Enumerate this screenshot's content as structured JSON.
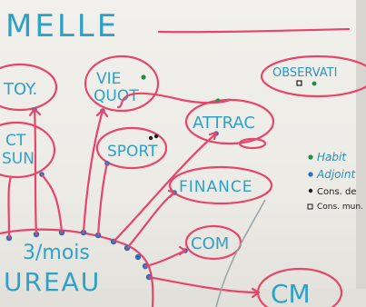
{
  "board": {
    "title": "MELLE",
    "center": {
      "line1": "3/mois",
      "line2": "UREAU"
    },
    "nodes": {
      "toy": "TOY.",
      "vie_line1": "VIE",
      "vie_line2": "QUOT",
      "ct_line1": "CT",
      "ct_line2": "SUN",
      "sport": "SPORT",
      "attrac": "ATTRAC",
      "finance": "FINANCE",
      "com": "COM",
      "cm": "CM",
      "observ": "OBSERVATI"
    },
    "legend": {
      "habit": "Habit",
      "adjoint": "Adjoint",
      "cons_de": "Cons. de",
      "cons_mun": "Cons. mun."
    }
  },
  "colors": {
    "ink_blue": "#2fa0c6",
    "ink_pink": "#e7456a",
    "dot_blue": "#2a6fb5",
    "dot_green": "#1f8f43"
  }
}
